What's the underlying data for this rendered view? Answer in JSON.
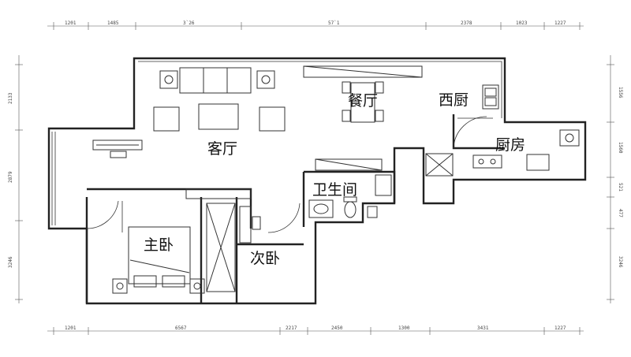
{
  "rooms": {
    "living": "客厅",
    "dining": "餐厅",
    "western_kitchen": "西厨",
    "kitchen": "厨房",
    "bathroom": "卫生间",
    "master_bedroom": "主卧",
    "second_bedroom": "次卧"
  },
  "dimensions": {
    "top": [
      "1201",
      "1485",
      "3`26",
      "57`1",
      "2378",
      "1023",
      "1227"
    ],
    "bottom": [
      "1201",
      "6567",
      "2217",
      "2450",
      "1300",
      "3431",
      "1227"
    ],
    "left": [
      "2133",
      "2879",
      "3246"
    ],
    "right": [
      "1556",
      "1560",
      "521",
      "477",
      "3246"
    ]
  }
}
